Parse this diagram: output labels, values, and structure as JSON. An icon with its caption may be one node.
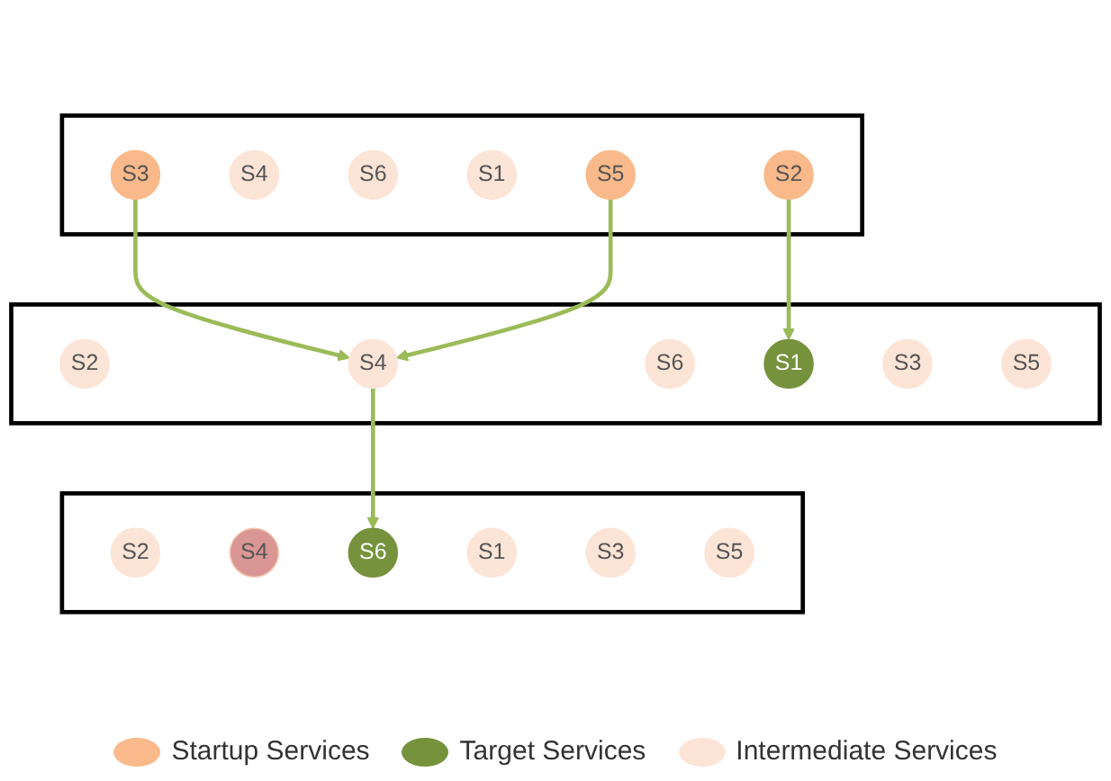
{
  "diagram": {
    "nodes": [
      {
        "text": [],
        "shape": "box"
      },
      {
        "text": [
          "S2"
        ],
        "in": 0
      },
      {
        "text": [
          "S4"
        ],
        "in": 0
      },
      {
        "text": [
          "S6"
        ],
        "in": 0
      },
      {
        "text": [
          "S1"
        ],
        "in": 0
      },
      {
        "text": [
          "S3"
        ],
        "in": 0
      },
      {
        "text": [
          "S5"
        ],
        "in": 0
      },
      {
        "text": [],
        "shape": "box"
      },
      {
        "text": [
          "S2"
        ],
        "in": 7
      },
      {
        "text": [
          "S4"
        ],
        "in": 7
      },
      {
        "text": [
          "S6"
        ],
        "in": 7
      },
      {
        "text": [
          "S1"
        ],
        "in": 7
      },
      {
        "text": [
          "S3"
        ],
        "in": 7
      },
      {
        "text": [
          "S5"
        ],
        "in": 7
      },
      {
        "text": [],
        "shape": "box"
      },
      {
        "text": [
          "S2"
        ],
        "in": 14
      },
      {
        "text": [
          "S4"
        ],
        "in": 14
      },
      {
        "text": [
          "S6"
        ],
        "in": 14
      },
      {
        "text": [
          "S1"
        ],
        "in": 14
      },
      {
        "text": [
          "S3"
        ],
        "in": 14
      },
      {
        "text": [
          "S5"
        ],
        "in": 14
      }
    ],
    "edges": [
      {
        "from": 1,
        "to": 11,
        "arrow": "to"
      },
      {
        "from": 5,
        "to": 9,
        "arrow": "to"
      },
      {
        "from": 6,
        "to": 9,
        "arrow": "to"
      },
      {
        "from": 9,
        "to": 17,
        "arrow": "to"
      }
    ],
    "legend": [
      {
        "text": "Startup Services",
        "color": "#f9b98a"
      },
      {
        "text": "Target Services",
        "color": "#76923c"
      },
      {
        "text": "Intermediate Services",
        "color": "#fce4d6"
      }
    ]
  }
}
